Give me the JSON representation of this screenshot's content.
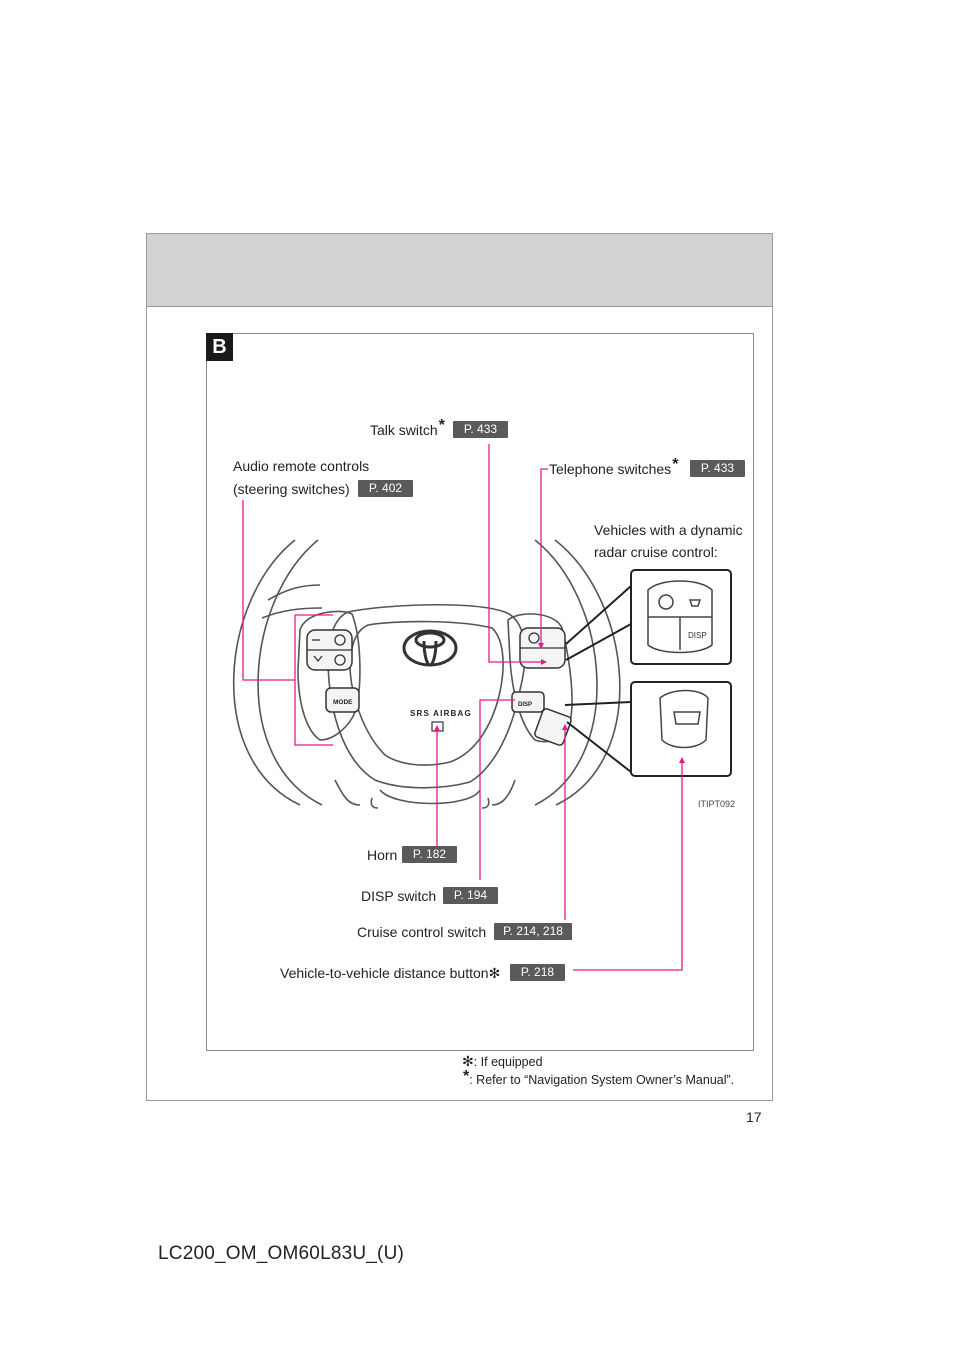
{
  "section": {
    "letter": "B"
  },
  "labels": {
    "talk": {
      "text": "Talk switch",
      "ref": "P. 433"
    },
    "audio_line1": "Audio remote controls",
    "audio_line2": {
      "text": "(steering switches)",
      "ref": "P. 402"
    },
    "telephone": {
      "text": "Telephone switches",
      "ref": "P. 433"
    },
    "dynamic_line1": "Vehicles with a dynamic",
    "dynamic_line2": "radar cruise control:",
    "horn": {
      "text": "Horn",
      "ref": "P. 182"
    },
    "disp": {
      "text": "DISP switch",
      "ref": "P. 194"
    },
    "cruise": {
      "text": "Cruise control switch",
      "ref": "P. 214, 218"
    },
    "distance": {
      "text": "Vehicle-to-vehicle distance button",
      "ref": "P. 218"
    }
  },
  "figure": {
    "id": "ITIPT092",
    "wheel_text": {
      "airbag": "SRS AIRBAG",
      "mode": "MODE",
      "disp": "DISP"
    }
  },
  "footnotes": {
    "if_equipped": ": If equipped",
    "navigation": ": Refer to “Navigation System Owner’s Manual”."
  },
  "page_number": "17",
  "doc_id": "LC200_OM_OM60L83U_(U)",
  "colors": {
    "callout": "#e6198c",
    "ref_badge": "#5a5a5a",
    "header_band": "#d2d2d2"
  }
}
